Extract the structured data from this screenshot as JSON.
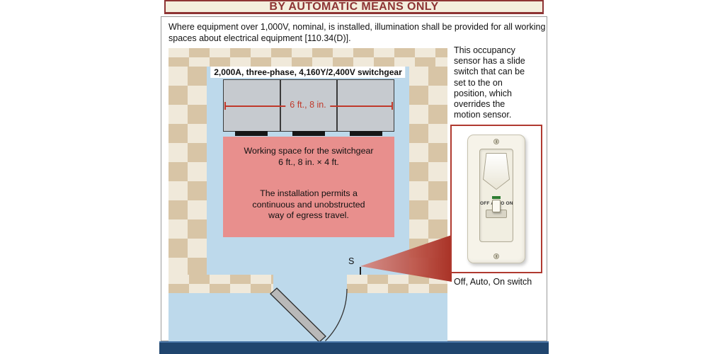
{
  "banner": {
    "title": "BY AUTOMATIC MEANS ONLY"
  },
  "intro": "Where equipment over 1,000V, nominal, is installed, illumination shall be provided for all working spaces about electrical equipment [110.34(D)].",
  "diagram": {
    "switchgear_label": "2,000A, three-phase, 4,160Y/2,400V switchgear",
    "dimension": "6 ft., 8 in.",
    "workspace_lines": [
      "Working space for the switchgear",
      "6 ft., 8 in. × 4 ft."
    ],
    "egress_lines": [
      "The installation permits a",
      "continuous and unobstructed",
      "way of egress travel."
    ],
    "sensor_marker": "S"
  },
  "callout": {
    "description": "This occupancy sensor has a slide switch that can be set to the on position, which overrides the motion sensor.",
    "device_label": "OFF AUTO ON",
    "caption": "Off, Auto, On switch"
  },
  "colors": {
    "banner_red": "#8e3434",
    "floor_blue": "#bdd9eb",
    "wall_brick": "#d8c5a6",
    "wall_mortar": "#f0e9da",
    "workspace_pink": "#e88f8d",
    "switchgear_gray": "#c6cacf",
    "dimension_red": "#c0392b",
    "beam_red": "#b03a30",
    "footer_navy": "#20456e"
  }
}
